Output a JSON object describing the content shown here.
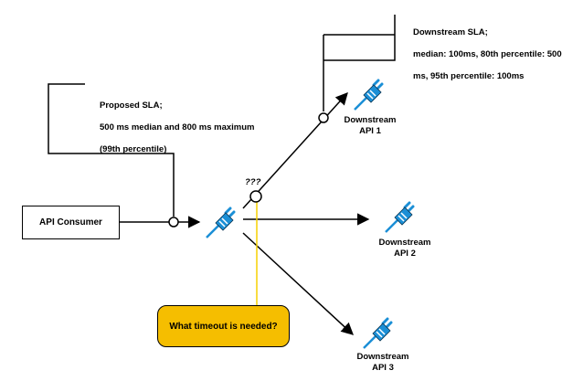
{
  "consumer": {
    "label": "API Consumer"
  },
  "proposed_sla": {
    "lines": [
      "Proposed SLA;",
      "500 ms median and 800 ms maximum",
      "(99th percentile)"
    ]
  },
  "downstream_sla": {
    "lines": [
      "Downstream SLA;",
      "median: 100ms, 80th percentile: 500",
      "ms, 95th percentile: 100ms"
    ]
  },
  "unknown_marker": "???",
  "timeout_question": "What timeout is needed?",
  "downstream": [
    {
      "line1": "Downstream",
      "line2": "API 1"
    },
    {
      "line1": "Downstream",
      "line2": "API 2"
    },
    {
      "line1": "Downstream",
      "line2": "API 3"
    }
  ],
  "colors": {
    "icon_blue": "#1b8fd6",
    "callout_fill": "#f5be00",
    "connector_yellow": "#f5d000",
    "line": "#000000"
  },
  "icons": {
    "api": "plug-connector-icon"
  }
}
